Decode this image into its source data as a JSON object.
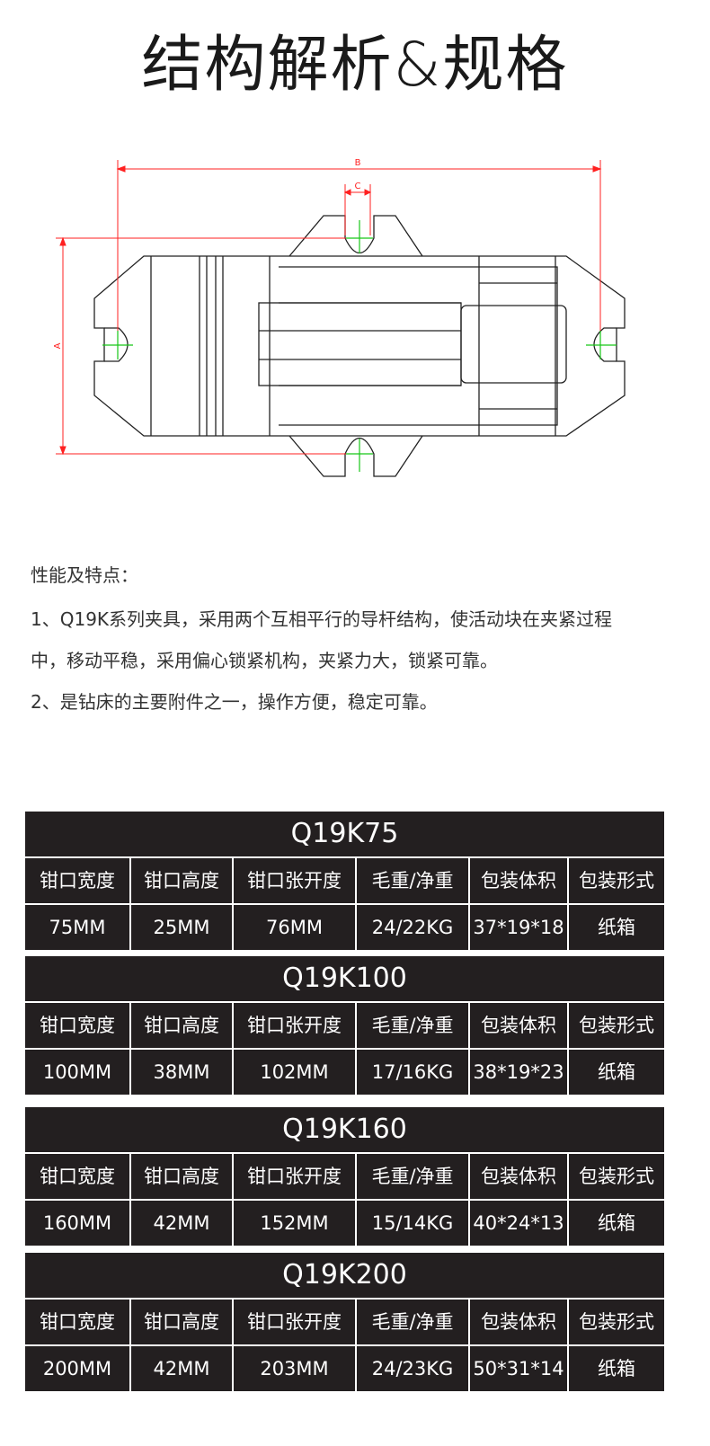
{
  "title": "结构解析&规格",
  "drawing": {
    "dimension_labels": {
      "a": "A",
      "b": "B",
      "c": "C"
    },
    "colors": {
      "outline": "#222222",
      "dimension": "#ff2020",
      "centerline": "#17c617"
    }
  },
  "features": {
    "title": "性能及特点：",
    "lines": [
      "1、Q19K系列夹具，采用两个互相平行的导杆结构，使活动块在夹紧过程",
      "中，移动平稳，采用偏心锁紧机构，夹紧力大，锁紧可靠。",
      "2、是钻床的主要附件之一，操作方便，稳定可靠。"
    ]
  },
  "colors": {
    "table_bg": "#231f20",
    "table_text": "#ffffff"
  },
  "specs": [
    {
      "model": "Q19K75",
      "headers": [
        "钳口宽度",
        "钳口高度",
        "钳口张开度",
        "毛重/净重",
        "包装体积",
        "包装形式"
      ],
      "values": [
        "75MM",
        "25MM",
        "76MM",
        "24/22KG",
        "37*19*18",
        "纸箱"
      ]
    },
    {
      "model": "Q19K100",
      "headers": [
        "钳口宽度",
        "钳口高度",
        "钳口张开度",
        "毛重/净重",
        "包装体积",
        "包装形式"
      ],
      "values": [
        "100MM",
        "38MM",
        "102MM",
        "17/16KG",
        "38*19*23",
        "纸箱"
      ]
    },
    {
      "model": "Q19K160",
      "headers": [
        "钳口宽度",
        "钳口高度",
        "钳口张开度",
        "毛重/净重",
        "包装体积",
        "包装形式"
      ],
      "values": [
        "160MM",
        "42MM",
        "152MM",
        "15/14KG",
        "40*24*13",
        "纸箱"
      ]
    },
    {
      "model": "Q19K200",
      "headers": [
        "钳口宽度",
        "钳口高度",
        "钳口张开度",
        "毛重/净重",
        "包装体积",
        "包装形式"
      ],
      "values": [
        "200MM",
        "42MM",
        "203MM",
        "24/23KG",
        "50*31*14",
        "纸箱"
      ]
    }
  ]
}
